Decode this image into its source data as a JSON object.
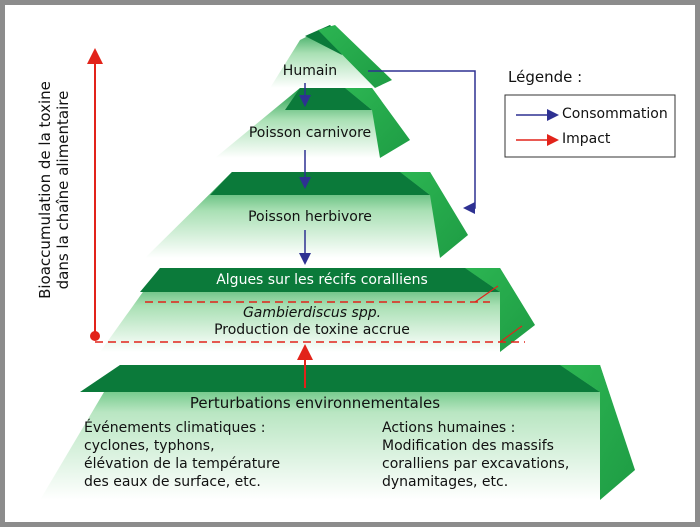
{
  "pyramid": {
    "levels": [
      {
        "label": "Humain"
      },
      {
        "label": "Poisson carnivore"
      },
      {
        "label": "Poisson herbivore"
      }
    ],
    "algae_band": "Algues sur les récifs coralliens",
    "toxin": {
      "species": "Gambierdiscus spp.",
      "production": "Production de toxine accrue"
    },
    "base": {
      "title": "Perturbations environnementales",
      "left_title": "Événements climatiques :",
      "left_lines": [
        "cyclones, typhons,",
        "élévation de la température",
        "des eaux de surface, etc."
      ],
      "right_title": "Actions humaines :",
      "right_lines": [
        "Modification des massifs",
        "coralliens par excavations,",
        "dynamitages, etc."
      ]
    }
  },
  "side_label": {
    "line1": "Bioaccumulation de la toxine",
    "line2": "dans la chaîne alimentaire"
  },
  "legend": {
    "title": "Légende :",
    "items": [
      {
        "label": "Consommation",
        "color": "#2e3192"
      },
      {
        "label": "Impact",
        "color": "#e2231a"
      }
    ]
  },
  "colors": {
    "green_dark": "#0b7a3a",
    "green_side": "#22a84a",
    "green_light": "#c8ebcf",
    "consumption": "#2e3192",
    "impact": "#e2231a"
  }
}
